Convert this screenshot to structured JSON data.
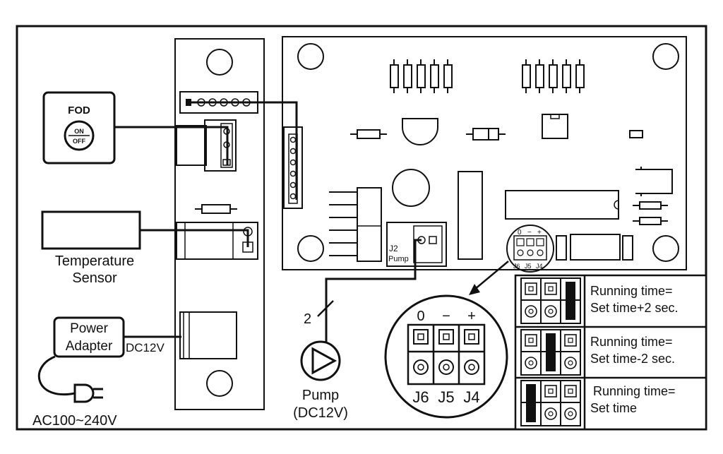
{
  "fod": {
    "title": "FOD",
    "on": "ON",
    "off": "OFF"
  },
  "sensor": {
    "line1": "Temperature",
    "line2": "Sensor"
  },
  "adapter": {
    "line1": "Power",
    "line2": "Adapter",
    "output": "DC12V",
    "input": "AC100~240V"
  },
  "pump": {
    "label": "Pump",
    "spec": "(DC12V)",
    "wire_count": "2"
  },
  "board": {
    "j2_label": "J2",
    "j2_sub": "Pump",
    "small_j6": "J6",
    "small_j5": "J5",
    "small_j4": "J4"
  },
  "jumper_zoom": {
    "header_j6": "0",
    "header_j5": "−",
    "header_j4": "+",
    "label_j6": "J6",
    "label_j5": "J5",
    "label_j4": "J4"
  },
  "settings": [
    {
      "line1": "Running time=",
      "line2": "Set time+2 sec.",
      "jumper": "J4"
    },
    {
      "line1": "Running time=",
      "line2": "Set time-2 sec.",
      "jumper": "J5"
    },
    {
      "line1": "Running time=",
      "line2": "Set time",
      "jumper": "J6"
    }
  ]
}
